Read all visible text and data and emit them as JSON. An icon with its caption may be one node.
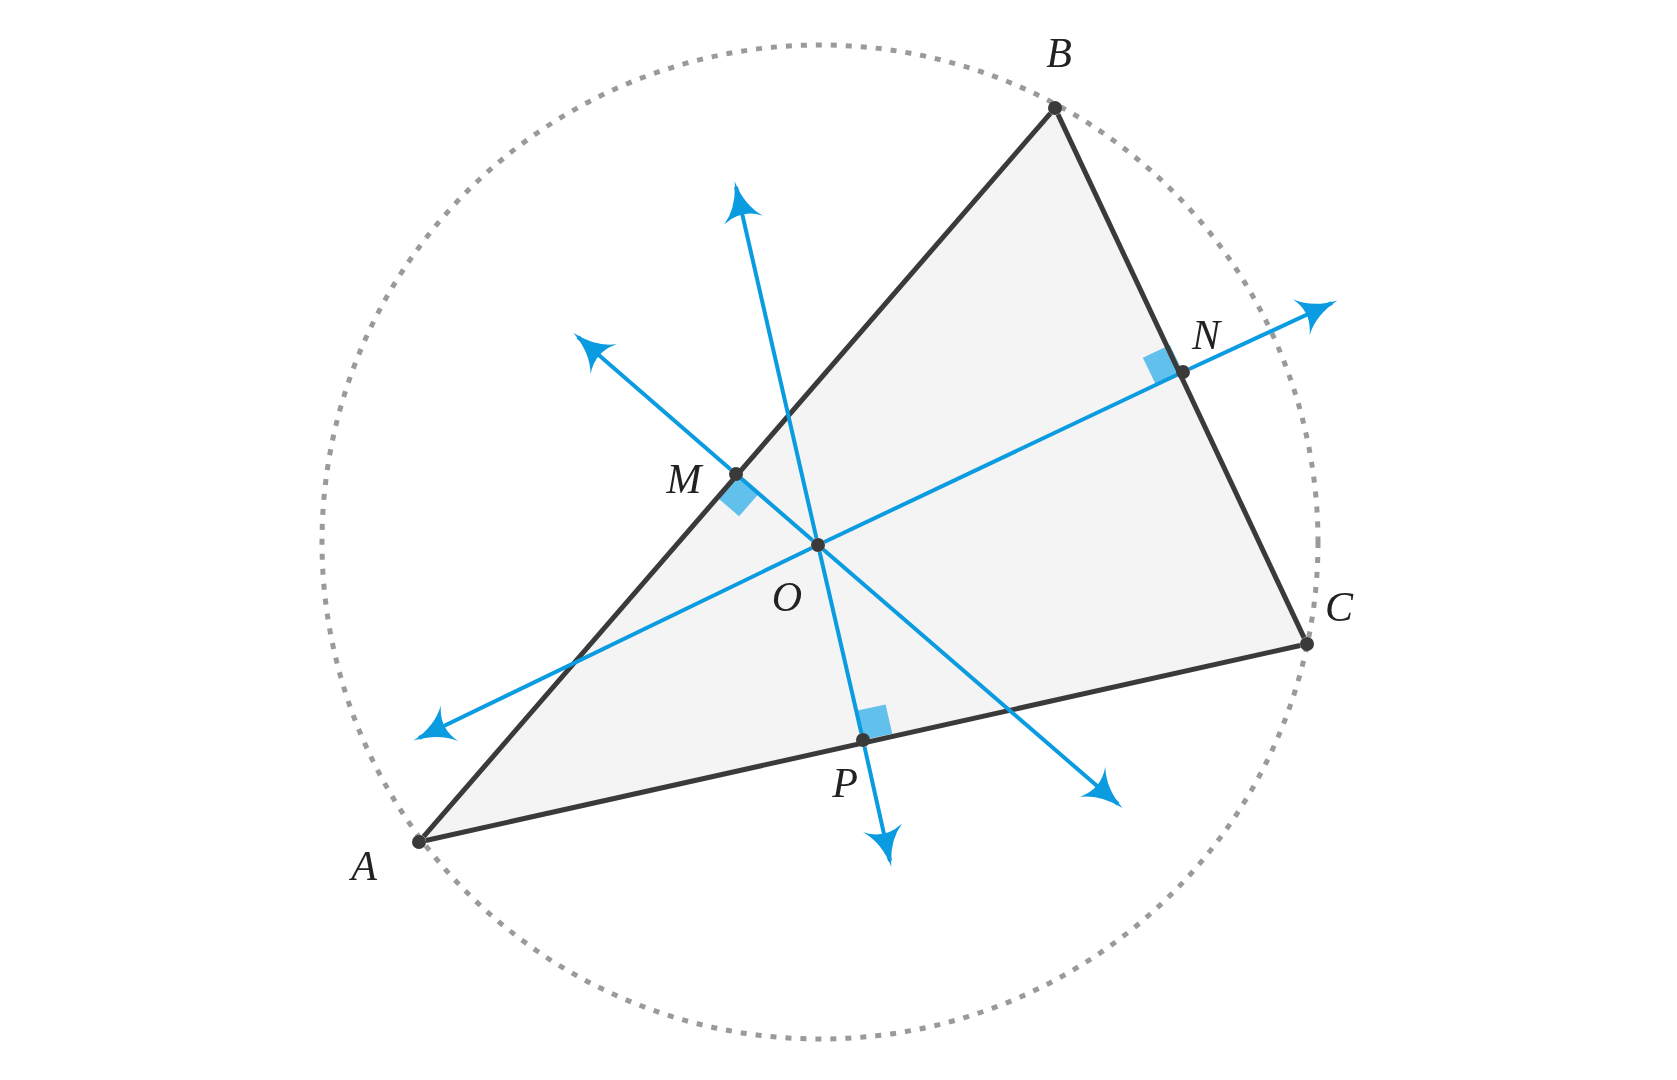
{
  "diagram": {
    "nodes": [
      {
        "text": [
          "B"
        ]
      },
      {
        "text": [
          "N"
        ]
      },
      {
        "text": [
          "M"
        ]
      },
      {
        "text": [
          "O"
        ]
      },
      {
        "text": [
          "C"
        ]
      },
      {
        "text": [
          "P"
        ]
      },
      {
        "text": [
          "A"
        ]
      }
    ],
    "edges": [
      {
        "from": 6,
        "to": 0,
        "arrow": "none",
        "color": "#3a3a3a"
      },
      {
        "from": 0,
        "to": 4,
        "arrow": "none",
        "color": "#3a3a3a"
      },
      {
        "from": 4,
        "to": 6,
        "arrow": "none",
        "color": "#3a3a3a"
      },
      {
        "from": 2,
        "to": null,
        "arrow": "to"
      },
      {
        "from": 2,
        "to": 3,
        "arrow": "none"
      },
      {
        "from": 3,
        "to": null,
        "arrow": "to"
      },
      {
        "from": 1,
        "to": null,
        "arrow": "to"
      },
      {
        "from": 1,
        "to": 3,
        "arrow": "none"
      },
      {
        "from": 3,
        "to": null,
        "arrow": "to"
      },
      {
        "from": 3,
        "to": null,
        "arrow": "to"
      },
      {
        "from": 3,
        "to": 5,
        "arrow": "none"
      },
      {
        "from": 5,
        "to": null,
        "arrow": "to"
      }
    ]
  }
}
